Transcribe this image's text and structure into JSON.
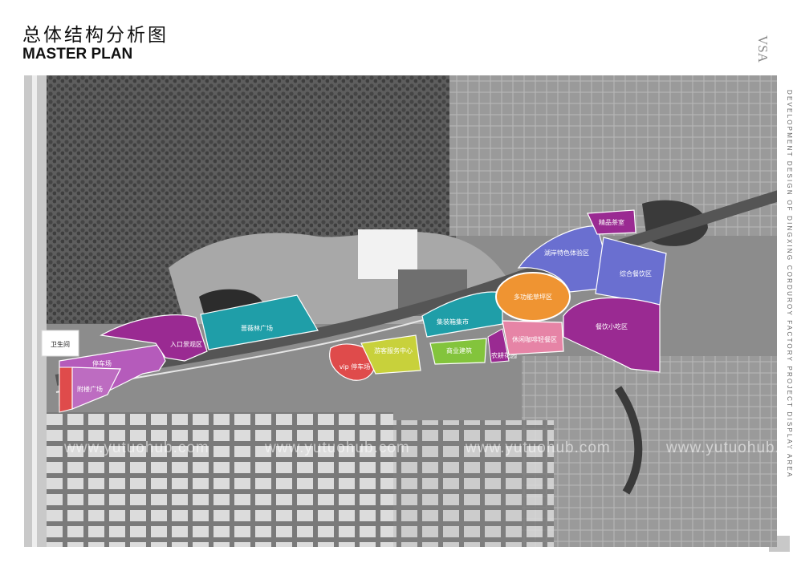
{
  "header": {
    "title_cn": "总体结构分析图",
    "title_en": "MASTER PLAN"
  },
  "side_text": "DEVELOPMENT DESIGN OF DINGXING CORDUROY FACTORY PROJECT DISPLAY AREA",
  "logo_text": "VSA",
  "watermark_text": "www.yutuohub.com",
  "zones": [
    {
      "id": "toilet",
      "label": "卫生间",
      "color": "#ffffff"
    },
    {
      "id": "parking",
      "label": "停车场",
      "color": "#b55bbb"
    },
    {
      "id": "entrance-plaza",
      "label": "附楼广场",
      "color": "#bd6cc1"
    },
    {
      "id": "entrance-landscape",
      "label": "入口景观区",
      "color": "#9a2a92"
    },
    {
      "id": "rose-plaza",
      "label": "蔷薇林广场",
      "color": "#1f9ea8"
    },
    {
      "id": "vip-parking",
      "label": "vip 停车场",
      "color": "#df4b4b"
    },
    {
      "id": "visitor-center",
      "label": "游客服务中心",
      "color": "#c8d13b"
    },
    {
      "id": "market",
      "label": "集装箱集市",
      "color": "#1f9ea8"
    },
    {
      "id": "commercial",
      "label": "商业建筑",
      "color": "#83c43c"
    },
    {
      "id": "farm-garden",
      "label": "农耕花园",
      "color": "#e684a6"
    },
    {
      "id": "cafe",
      "label": "休闲咖啡轻餐区",
      "color": "#e684a6"
    },
    {
      "id": "lawn",
      "label": "多功能草坪区",
      "color": "#ef9432"
    },
    {
      "id": "lakeside",
      "label": "湖岸特色体验区",
      "color": "#6a6fd0"
    },
    {
      "id": "dining",
      "label": "综合餐饮区",
      "color": "#6a6fd0"
    },
    {
      "id": "tea-room",
      "label": "精品茶室",
      "color": "#9a2a92"
    },
    {
      "id": "snack",
      "label": "餐饮小吃区",
      "color": "#9a2a92"
    }
  ]
}
